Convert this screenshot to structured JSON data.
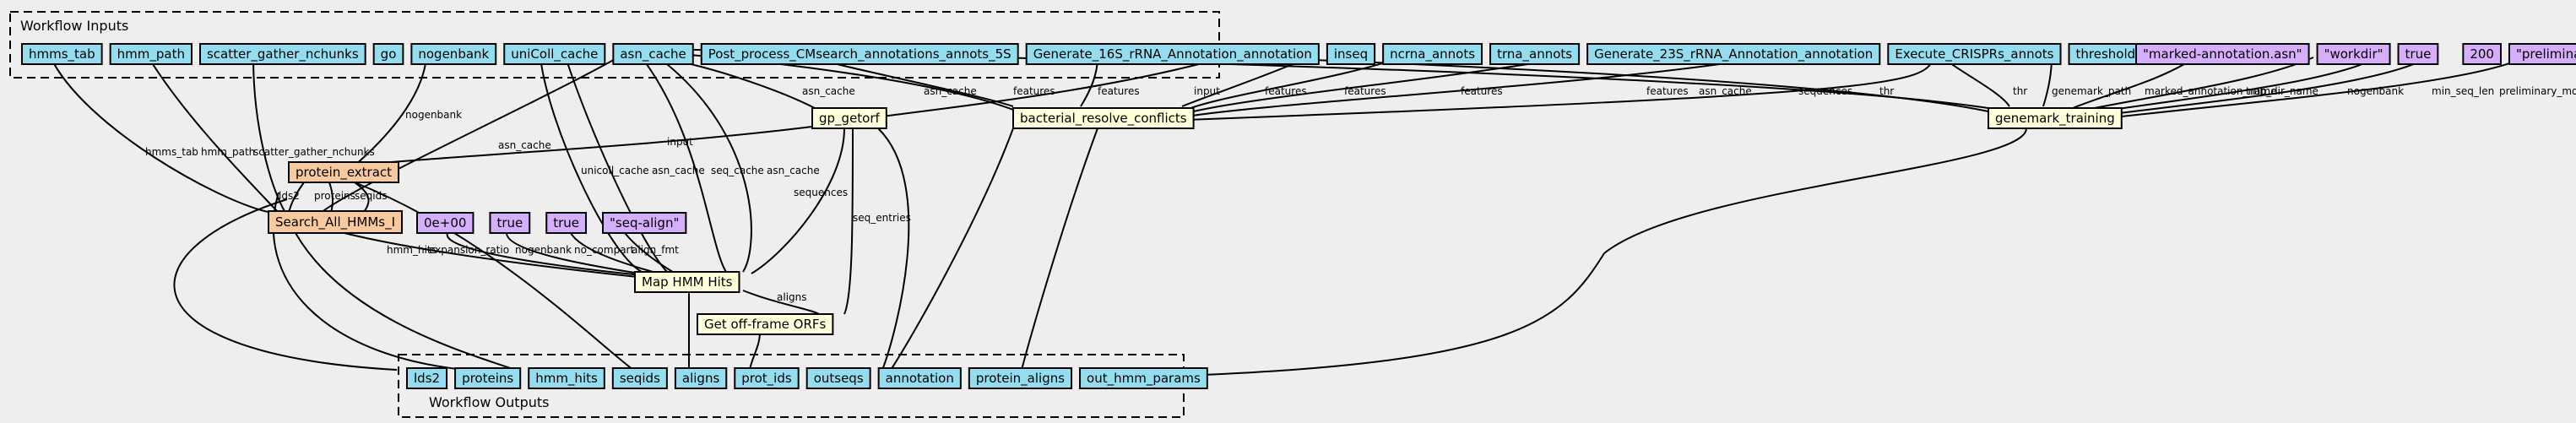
{
  "clusters": {
    "inputs_label": "Workflow Inputs",
    "outputs_label": "Workflow Outputs"
  },
  "colors": {
    "input": "#94ddf0",
    "output": "#94ddf0",
    "step": "#ffffd9",
    "subworkflow": "#f7c99e",
    "constant": "#d5aefc"
  },
  "inputs": [
    "hmms_tab",
    "hmm_path",
    "scatter_gather_nchunks",
    "go",
    "nogenbank",
    "uniColl_cache",
    "asn_cache",
    "Post_process_CMsearch_annotations_annots_5S",
    "Generate_16S_rRNA_Annotation_annotation",
    "inseq",
    "ncrna_annots",
    "trna_annots",
    "Generate_23S_rRNA_Annotation_annotation",
    "Execute_CRISPRs_annots",
    "thresholds",
    "genemark_path"
  ],
  "constants_top": [
    "\"marked-annotation.asn\"",
    "\"workdir\"",
    "true",
    "200",
    "\"preliminary-models.asn\""
  ],
  "constants_mid": [
    "0e+00",
    "true",
    "true",
    "\"seq-align\""
  ],
  "steps": {
    "gp_getorf": "gp_getorf",
    "bacterial_resolve_conflicts": "bacterial_resolve_conflicts",
    "genemark_training": "genemark_training",
    "protein_extract": "protein_extract",
    "search_all_hmms": "Search_All_HMMs_I",
    "map_hmm_hits": "Map HMM Hits",
    "get_off_frame_orfs": "Get off-frame ORFs"
  },
  "outputs": [
    "lds2",
    "proteins",
    "hmm_hits",
    "seqids",
    "aligns",
    "prot_ids",
    "outseqs",
    "annotation",
    "protein_aligns",
    "out_hmm_params"
  ],
  "edge_labels": {
    "hmms_tab": "hmms_tab",
    "hmm_path": "hmm_path",
    "scatter_gather_nchunks": "scatter_gather_nchunks",
    "nogenbank": "nogenbank",
    "asn_cache": "asn_cache",
    "unicoll_cache": "unicoll_cache",
    "seq_cache": "seq_cache",
    "input": "input",
    "features": "features",
    "sequences": "sequences",
    "thr": "thr",
    "genemark_path": "genemark_path",
    "marked_annotation_name": "marked_annotation_name",
    "tmp_dir_name": "tmp_dir_name",
    "min_seq_len": "min_seq_len",
    "preliminary_models_name": "preliminary_models_name",
    "lds2": "lds2",
    "proteins": "proteins",
    "seqids": "seqids",
    "hmm_hits": "hmm_hits",
    "expansion_ratio": "expansion_ratio",
    "no_compart": "no_compart",
    "align_fmt": "align_fmt",
    "aligns": "aligns",
    "seq_entries": "seq_entries"
  }
}
